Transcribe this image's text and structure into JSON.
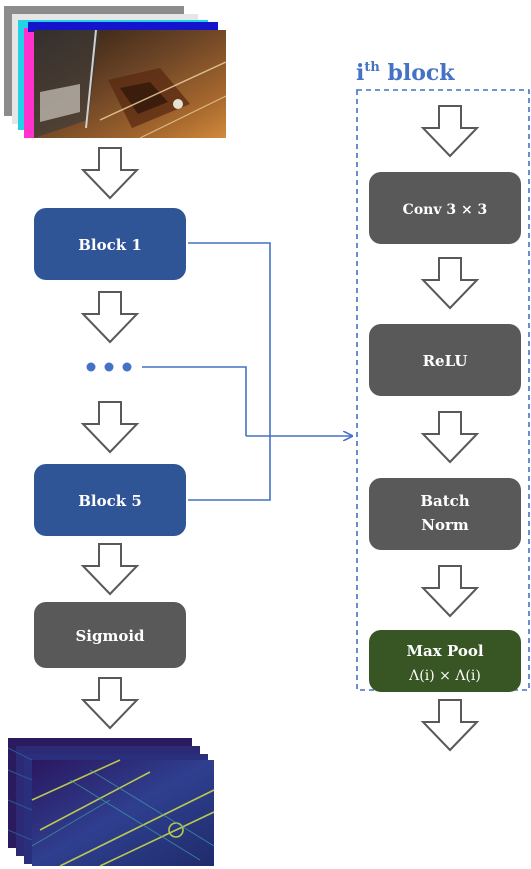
{
  "left_column": {
    "block_1_label": "Block 1",
    "block_5_label": "Block 5",
    "sigmoid_label": "Sigmoid"
  },
  "right_panel": {
    "title_main": "i",
    "title_sup": "th",
    "title_rest": " block",
    "conv_label": "Conv 3 × 3",
    "relu_label": "ReLU",
    "batch_norm_line1": "Batch",
    "batch_norm_line2": "Norm",
    "max_pool_line1": "Max Pool",
    "max_pool_line2": "Λ(i) × Λ(i)"
  },
  "colors": {
    "block_blue": "#2f5597",
    "gray_box": "#595959",
    "green_box": "#375623",
    "accent_blue": "#4472c4",
    "arrow_stroke": "#595959"
  }
}
